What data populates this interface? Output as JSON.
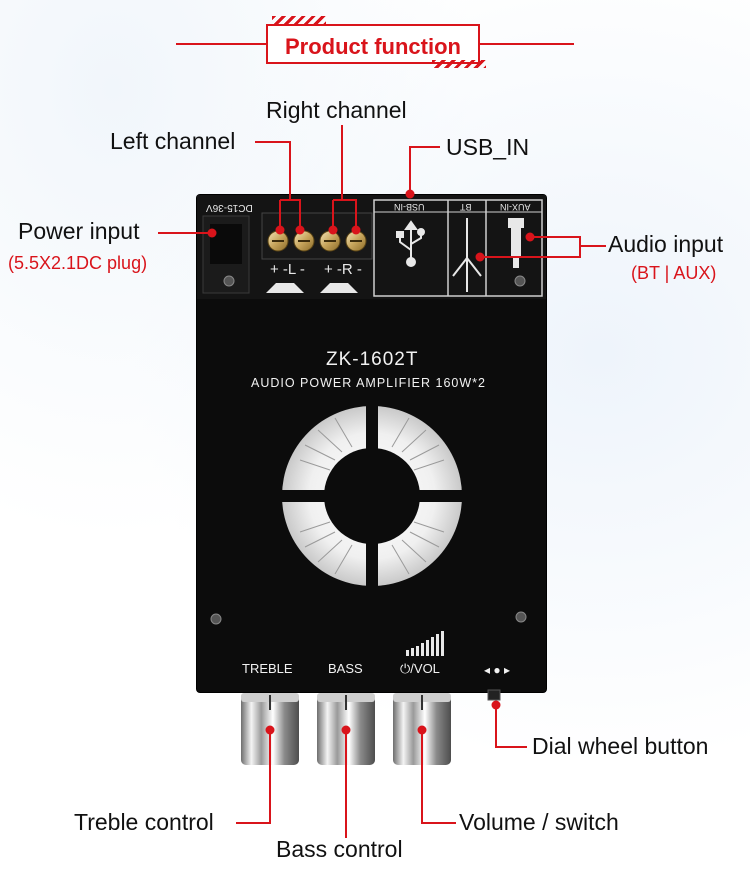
{
  "title": "Product function",
  "board": {
    "model": "ZK-1602T",
    "subtitle": "AUDIO POWER AMPLIFIER 160W*2",
    "voltage_print": "DC15-36V",
    "usb_print": "USB-IN",
    "bt_print": "BT",
    "aux_print": "AUX-IN",
    "left_print": "+ -L -",
    "right_print": "+ -R -",
    "knobs": {
      "treble": "TREBLE",
      "bass": "BASS",
      "vol": "⏻/VOL",
      "dial": "◂ ● ▸"
    }
  },
  "callouts": {
    "power_input": "Power input",
    "power_input_note": "(5.5X2.1DC plug)",
    "left_channel": "Left channel",
    "right_channel": "Right channel",
    "usb_in": "USB_IN",
    "audio_input": "Audio input",
    "audio_input_note": "(BT | AUX)",
    "dial_wheel": "Dial wheel button",
    "treble_control": "Treble control",
    "bass_control": "Bass control",
    "volume_switch": "Volume / switch"
  },
  "colors": {
    "accent": "#d9141b",
    "board": "#0c0c0c",
    "text": "#111111"
  }
}
